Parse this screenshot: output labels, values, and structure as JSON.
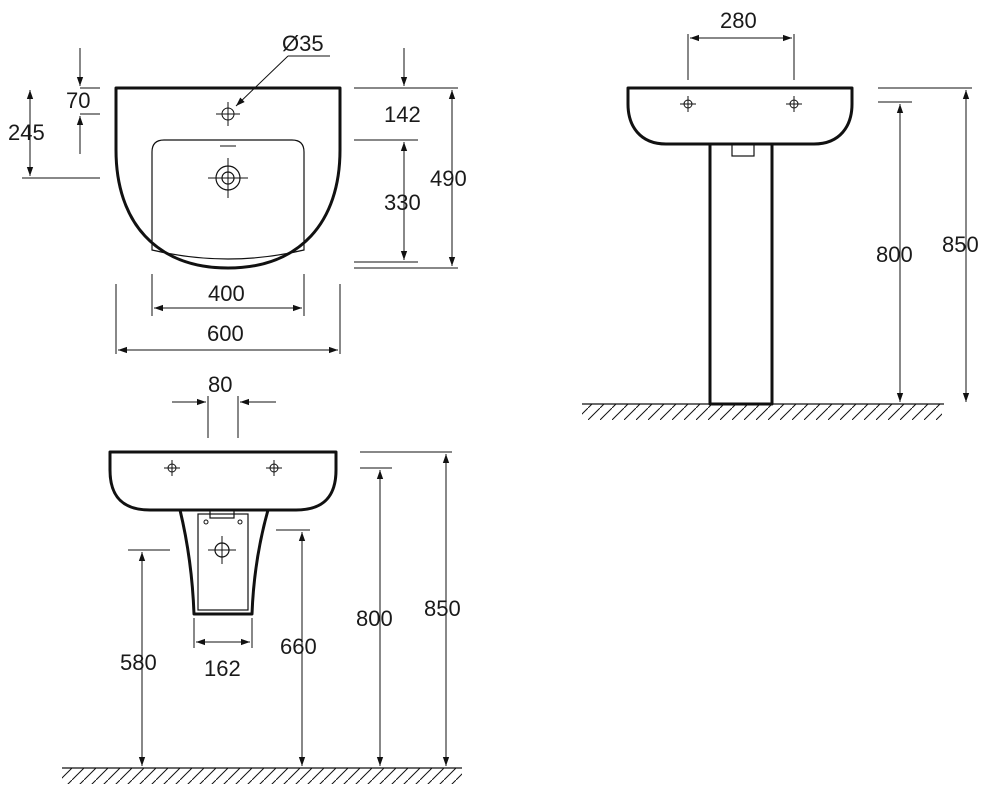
{
  "views": {
    "top": {
      "drain_diameter": "Ø35",
      "tap_hole_offset": "70",
      "drain_offset": "245",
      "bowl_top_margin": "142",
      "bowl_depth": "330",
      "overall_depth": "490",
      "bowl_width": "400",
      "overall_width": "600"
    },
    "pedestal_front": {
      "tap_hole_spacing": "280",
      "rim_height_inner": "800",
      "rim_height_total": "850"
    },
    "semi_pedestal_front": {
      "tap_hole_spacing": "80",
      "bottom_height": "580",
      "pedestal_width": "162",
      "pedestal_bottom_height": "660",
      "rim_height_inner": "800",
      "rim_height_total": "850"
    }
  },
  "colors": {
    "line": "#111111",
    "background": "#ffffff"
  }
}
